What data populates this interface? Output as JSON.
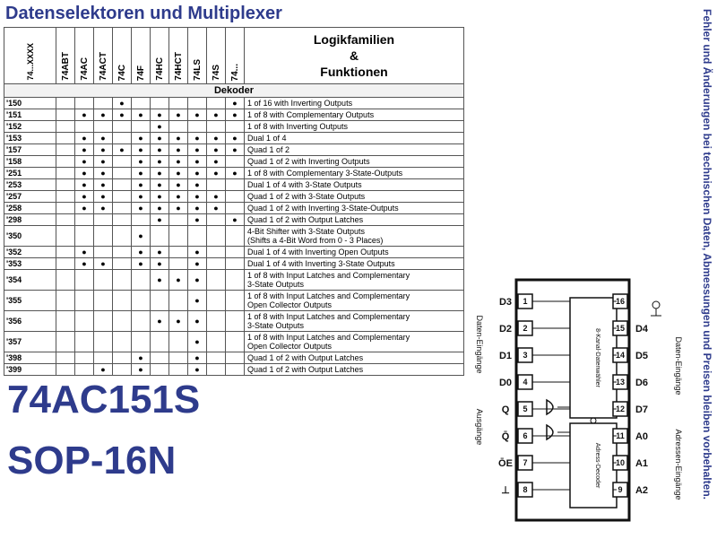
{
  "title": "Datenselektoren und Multiplexer",
  "side_note": "Fehler und Änderungen bei technischen Daten, Abmessungen und Preisen bleiben vorbehalten.",
  "table": {
    "corner_label": "74...XXXX",
    "columns": [
      "74ABT",
      "74AC",
      "74ACT",
      "74C",
      "74F",
      "74HC",
      "74HCT",
      "74LS",
      "74S",
      "74..."
    ],
    "function_header": [
      "Logikfamilien",
      "&",
      "Funktionen"
    ],
    "section": "Dekoder",
    "dot": "●",
    "rows": [
      {
        "part": "'150",
        "dots": [
          0,
          0,
          0,
          1,
          0,
          0,
          0,
          0,
          0,
          1
        ],
        "func": [
          "1 of 16 with Inverting Outputs"
        ]
      },
      {
        "part": "'151",
        "dots": [
          0,
          1,
          1,
          1,
          1,
          1,
          1,
          1,
          1,
          1
        ],
        "func": [
          "1 of 8 with Complementary Outputs"
        ]
      },
      {
        "part": "'152",
        "dots": [
          0,
          0,
          0,
          0,
          0,
          1,
          0,
          0,
          0,
          0
        ],
        "func": [
          "1 of 8 with Inverting Outputs"
        ]
      },
      {
        "part": "'153",
        "dots": [
          0,
          1,
          1,
          0,
          1,
          1,
          1,
          1,
          1,
          1
        ],
        "func": [
          "Dual 1 of 4"
        ]
      },
      {
        "part": "'157",
        "dots": [
          0,
          1,
          1,
          1,
          1,
          1,
          1,
          1,
          1,
          1
        ],
        "func": [
          "Quad 1 of 2"
        ]
      },
      {
        "part": "'158",
        "dots": [
          0,
          1,
          1,
          0,
          1,
          1,
          1,
          1,
          1,
          0
        ],
        "func": [
          "Quad 1 of 2 with Inverting Outputs"
        ]
      },
      {
        "part": "'251",
        "dots": [
          0,
          1,
          1,
          0,
          1,
          1,
          1,
          1,
          1,
          1
        ],
        "func": [
          "1 of 8 with Complementary 3-State-Outputs"
        ]
      },
      {
        "part": "'253",
        "dots": [
          0,
          1,
          1,
          0,
          1,
          1,
          1,
          1,
          0,
          0
        ],
        "func": [
          "Dual 1 of 4 with 3-State Outputs"
        ]
      },
      {
        "part": "'257",
        "dots": [
          0,
          1,
          1,
          0,
          1,
          1,
          1,
          1,
          1,
          0
        ],
        "func": [
          "Quad 1 of 2 with 3-State Outputs"
        ]
      },
      {
        "part": "'258",
        "dots": [
          0,
          1,
          1,
          0,
          1,
          1,
          1,
          1,
          1,
          0
        ],
        "func": [
          "Quad 1 of 2 with Inverting 3-State-Outputs"
        ]
      },
      {
        "part": "'298",
        "dots": [
          0,
          0,
          0,
          0,
          0,
          1,
          0,
          1,
          0,
          1
        ],
        "func": [
          "Quad 1 of 2 with Output Latches"
        ]
      },
      {
        "part": "'350",
        "dots": [
          0,
          0,
          0,
          0,
          1,
          0,
          0,
          0,
          0,
          0
        ],
        "func": [
          "4-Bit Shifter with 3-State Outputs",
          "(Shifts a 4-Bit Word from 0 - 3 Places)"
        ]
      },
      {
        "part": "'352",
        "dots": [
          0,
          1,
          0,
          0,
          1,
          1,
          0,
          1,
          0,
          0
        ],
        "func": [
          "Dual 1 of 4 with Inverting Open Outputs"
        ]
      },
      {
        "part": "'353",
        "dots": [
          0,
          1,
          1,
          0,
          1,
          1,
          0,
          1,
          0,
          0
        ],
        "func": [
          "Dual 1 of 4 with Inverting 3-State Outputs"
        ]
      },
      {
        "part": "'354",
        "dots": [
          0,
          0,
          0,
          0,
          0,
          1,
          1,
          1,
          0,
          0
        ],
        "func": [
          "1 of 8 with Input Latches and Complementary",
          "3-State Outputs"
        ]
      },
      {
        "part": "'355",
        "dots": [
          0,
          0,
          0,
          0,
          0,
          0,
          0,
          1,
          0,
          0
        ],
        "func": [
          "1 of 8 with Input Latches and Complementary",
          "Open Collector Outputs"
        ]
      },
      {
        "part": "'356",
        "dots": [
          0,
          0,
          0,
          0,
          0,
          1,
          1,
          1,
          0,
          0
        ],
        "func": [
          "1 of 8 with Input Latches and Complementary",
          "3-State Outputs"
        ]
      },
      {
        "part": "'357",
        "dots": [
          0,
          0,
          0,
          0,
          0,
          0,
          0,
          1,
          0,
          0
        ],
        "func": [
          "1 of 8 with Input Latches and Complementary",
          "Open Collector Outputs"
        ]
      },
      {
        "part": "'398",
        "dots": [
          0,
          0,
          0,
          0,
          1,
          0,
          0,
          1,
          0,
          0
        ],
        "func": [
          "Quad 1 of 2 with Output Latches"
        ]
      },
      {
        "part": "'399",
        "dots": [
          0,
          0,
          1,
          0,
          1,
          0,
          0,
          1,
          0,
          0
        ],
        "func": [
          "Quad 1 of 2 with Output Latches"
        ]
      }
    ]
  },
  "part_number": "74AC151S",
  "package": "SOP-16N",
  "ic": {
    "left_pins": [
      {
        "num": "1",
        "label": "D3"
      },
      {
        "num": "2",
        "label": "D2"
      },
      {
        "num": "3",
        "label": "D1"
      },
      {
        "num": "4",
        "label": "D0"
      },
      {
        "num": "5",
        "label": "Q"
      },
      {
        "num": "6",
        "label": "Q̄"
      },
      {
        "num": "7",
        "label": "ŌE"
      },
      {
        "num": "8",
        "label": "⊥"
      }
    ],
    "right_pins": [
      {
        "num": "16",
        "label": ""
      },
      {
        "num": "15",
        "label": "D4"
      },
      {
        "num": "14",
        "label": "D5"
      },
      {
        "num": "13",
        "label": "D6"
      },
      {
        "num": "12",
        "label": "D7"
      },
      {
        "num": "11",
        "label": "A0"
      },
      {
        "num": "10",
        "label": "A1"
      },
      {
        "num": "9",
        "label": "A2"
      }
    ],
    "left_group_top": "Daten-Eingänge",
    "left_group_bottom": "Ausgänge",
    "right_group_top": "Daten-Eingänge",
    "right_group_bottom": "Adressen-Eingänge",
    "block_top": "8-Kanal-Datenwähler",
    "block_bottom": "Adress-Decoder"
  }
}
